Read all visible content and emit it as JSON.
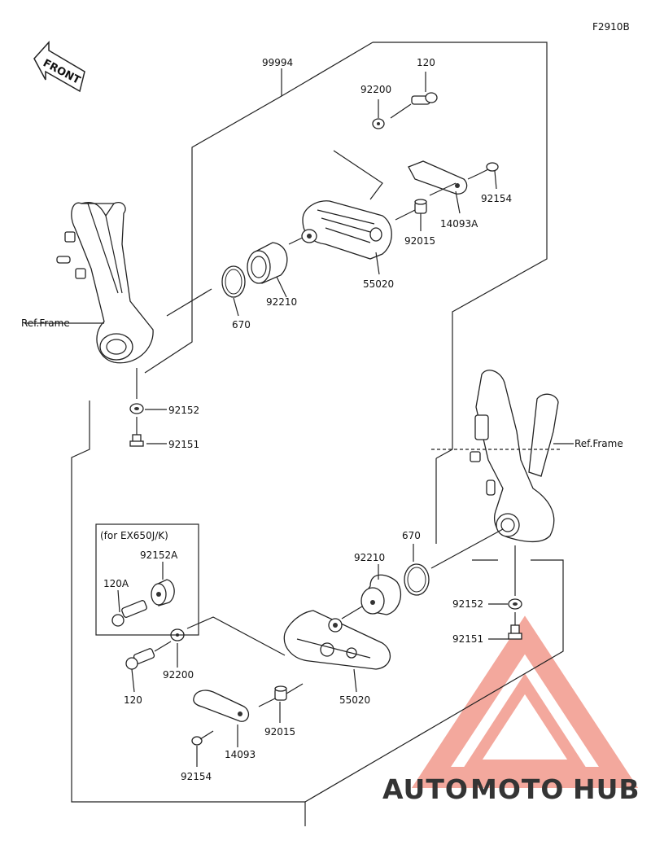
{
  "figure_code": "F2910B",
  "front_label": "FRONT",
  "box_label": "(for EX650J/K)",
  "parts": {
    "p99994": "99994",
    "p120_top": "120",
    "p92200_top": "92200",
    "p92154_top": "92154",
    "p14093A": "14093A",
    "p92015_top": "92015",
    "p55020_top": "55020",
    "p92210_top": "92210",
    "p670_top": "670",
    "ref_frame_left": "Ref.Frame",
    "p92152_top": "92152",
    "p92151_top": "92151",
    "ref_frame_right": "Ref.Frame",
    "p670_bot": "670",
    "p92210_bot": "92210",
    "p92152A": "92152A",
    "p120A": "120A",
    "p92152_bot": "92152",
    "p92151_bot": "92151",
    "p92200_bot": "92200",
    "p120_bot": "120",
    "p55020_bot": "55020",
    "p92015_bot": "92015",
    "p14093": "14093",
    "p92154_bot": "92154"
  },
  "watermark": {
    "part1": "AUTO",
    "part2": "MOTO",
    "part3": "HUB",
    "color_main": "#f29a8c",
    "color_accent": "#f5b24a",
    "color_dark": "#8c8c8c"
  }
}
